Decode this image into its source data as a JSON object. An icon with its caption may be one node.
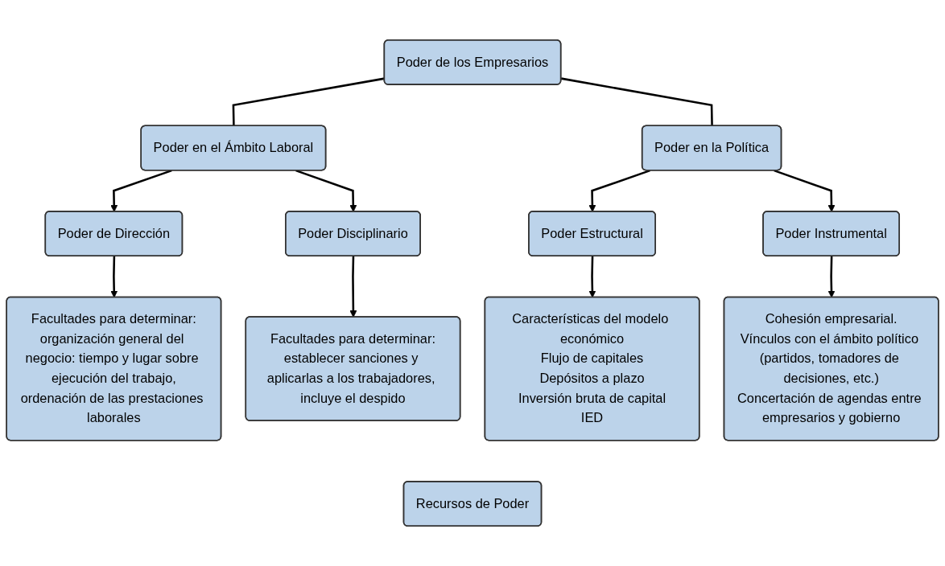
{
  "diagram": {
    "nodes": [
      {
        "text": [
          "Poder de los Empresarios"
        ]
      },
      {
        "text": [
          "Poder en el Ámbito Laboral"
        ]
      },
      {
        "text": [
          "Poder en la Política"
        ]
      },
      {
        "text": [
          "Poder de Dirección"
        ]
      },
      {
        "text": [
          "Poder Disciplinario"
        ]
      },
      {
        "text": [
          "Poder Estructural"
        ]
      },
      {
        "text": [
          "Poder Instrumental"
        ]
      },
      {
        "text": [
          "Facultades para determinar:",
          "organización general del negocio: tiempo y lugar sobre ejecución del trabajo,",
          "ordenación de las prestaciones laborales"
        ]
      },
      {
        "text": [
          "Facultades para determinar:",
          "establecer sanciones y aplicarlas a los trabajadores, incluye el despido"
        ]
      },
      {
        "text": [
          "Características del modelo económico",
          "Flujo de capitales",
          "Depósitos a plazo",
          "Inversión bruta de capital",
          "IED"
        ]
      },
      {
        "text": [
          "Cohesión empresarial.",
          "Vínculos con el ámbito político (partidos, tomadores de decisiones, etc.)",
          "Concertación de agendas entre empresarios y gobierno"
        ]
      },
      {
        "text": [
          "Recursos de Poder"
        ]
      }
    ],
    "edges": [
      {
        "from": 0,
        "to": 1,
        "arrow": "none"
      },
      {
        "from": 0,
        "to": 2,
        "arrow": "none"
      },
      {
        "from": 1,
        "to": 3,
        "arrow": "to"
      },
      {
        "from": 1,
        "to": 4,
        "arrow": "to"
      },
      {
        "from": 2,
        "to": 5,
        "arrow": "to"
      },
      {
        "from": 2,
        "to": 6,
        "arrow": "to"
      },
      {
        "from": 3,
        "to": 7,
        "arrow": "to"
      },
      {
        "from": 4,
        "to": 8,
        "arrow": "to"
      },
      {
        "from": 5,
        "to": 9,
        "arrow": "to"
      },
      {
        "from": 6,
        "to": 10,
        "arrow": "to"
      }
    ]
  }
}
